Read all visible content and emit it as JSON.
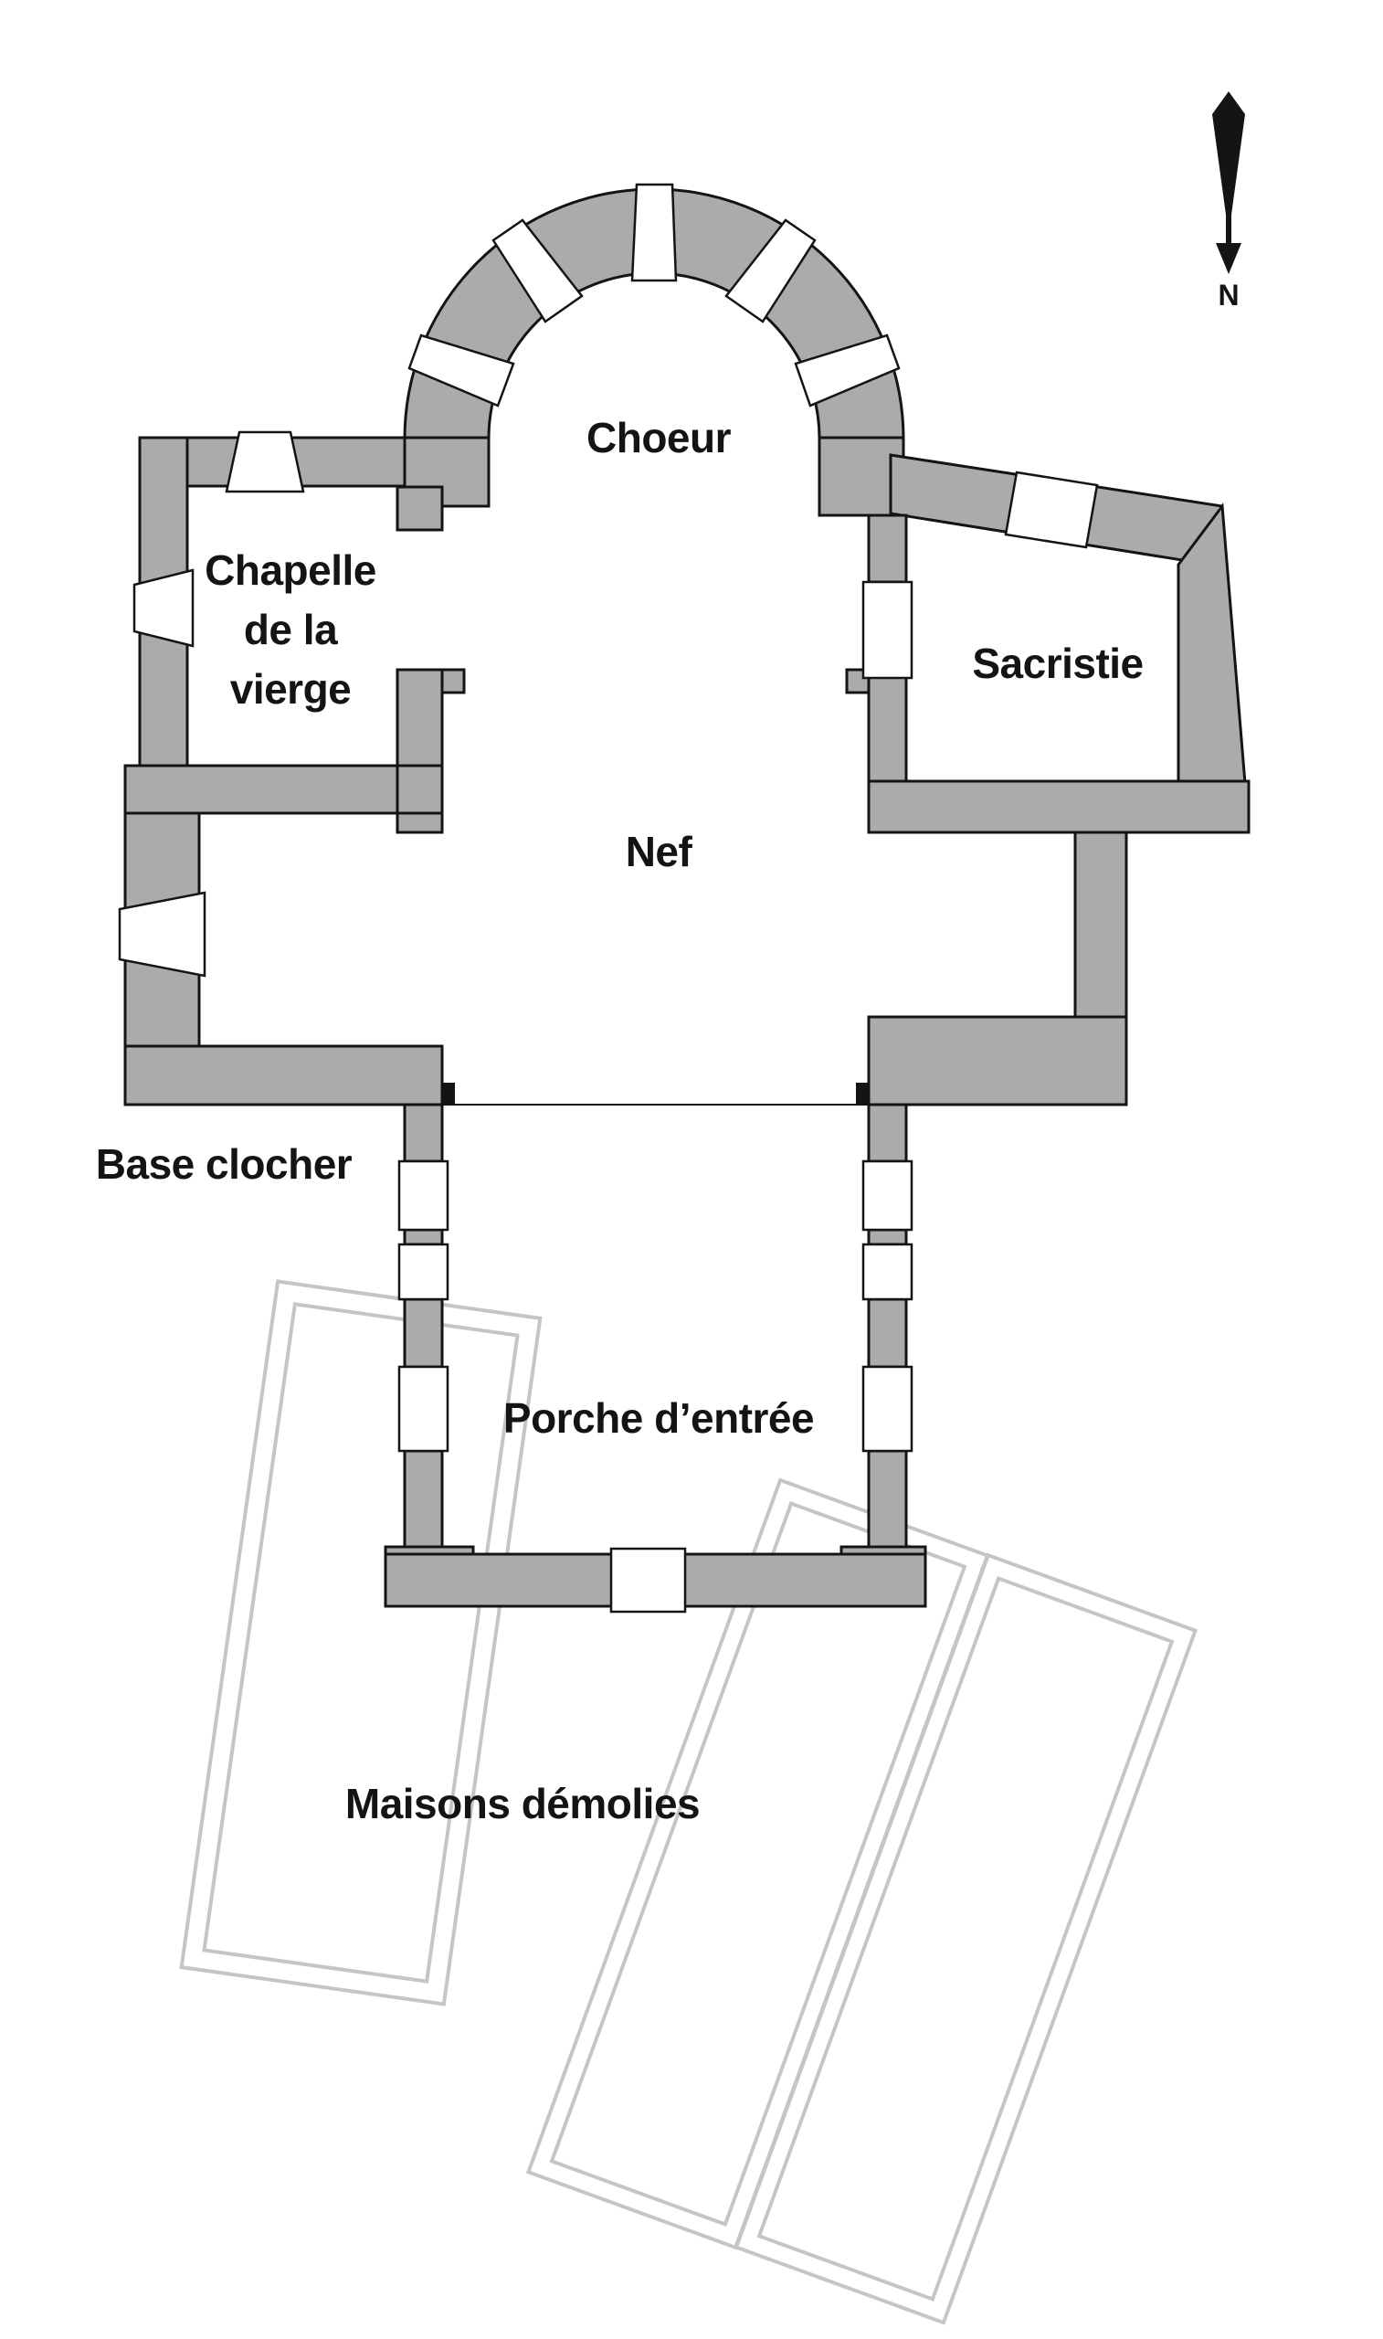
{
  "page": {
    "background": "#ffffff",
    "type": "church-floor-plan"
  },
  "north_arrow": {
    "label": "N"
  },
  "labels": {
    "choeur": "Choeur",
    "chapelle": {
      "line1": "Chapelle",
      "line2": "de la",
      "line3": "vierge"
    },
    "sacristie": "Sacristie",
    "nef": "Nef",
    "base_clocher": "Base clocher",
    "porche": "Porche d’entrée",
    "maisons_demolies": "Maisons démolies"
  },
  "colors": {
    "wall_fill": "#ababab",
    "wall_outline": "#141414",
    "demolished_outline": "#c5c5c5",
    "background": "#ffffff"
  }
}
